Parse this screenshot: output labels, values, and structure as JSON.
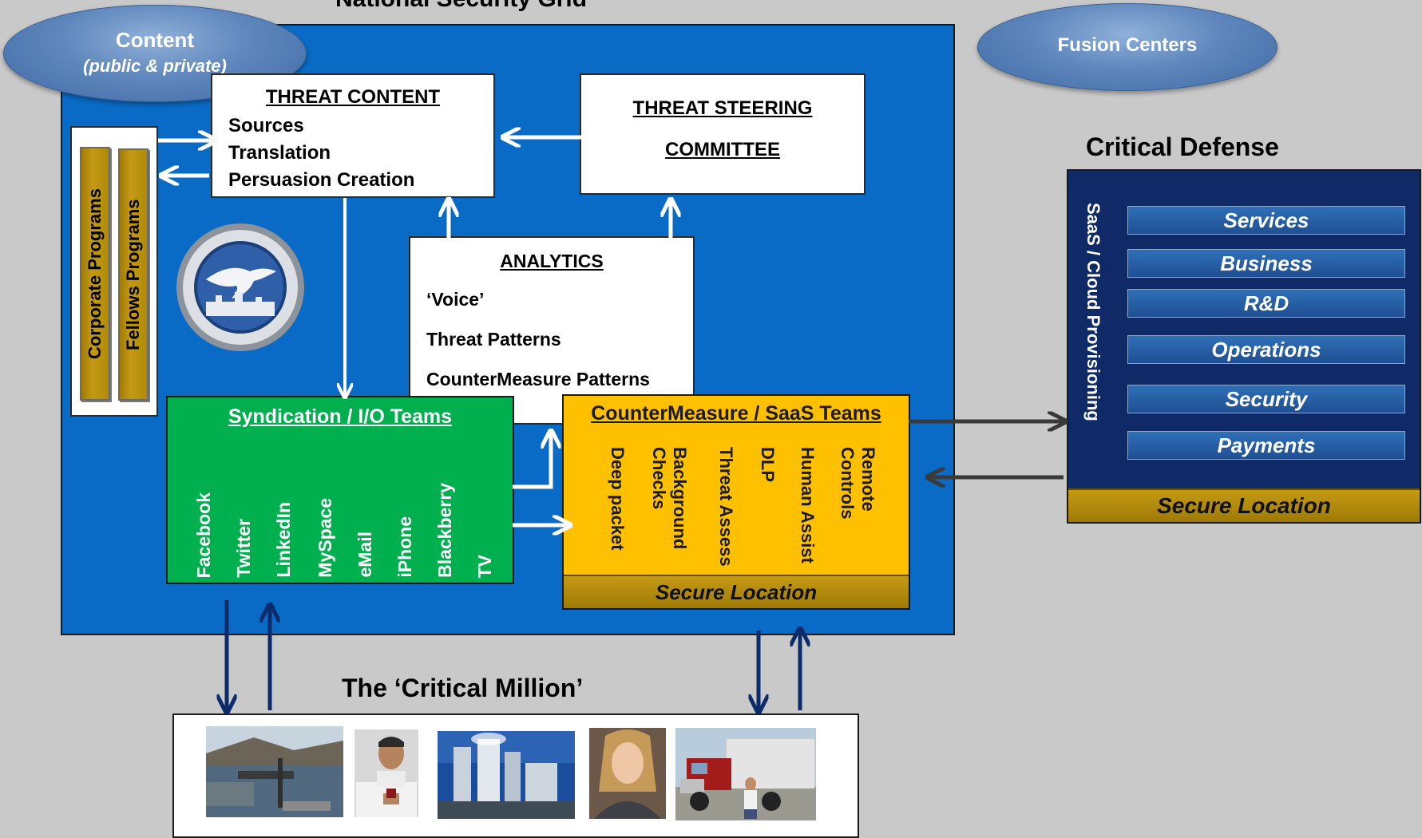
{
  "title": "National Security Grid",
  "fusion_centers": "Fusion Centers",
  "content_ellipse": {
    "title": "Content",
    "subtitle": "(public & private)"
  },
  "programs": [
    "Corporate Programs",
    "Fellows Programs"
  ],
  "threat_content": {
    "title": "THREAT CONTENT",
    "items": [
      "Sources",
      "Translation",
      "Persuasion Creation"
    ]
  },
  "threat_steering": {
    "line1": "THREAT STEERING",
    "line2": "COMMITTEE"
  },
  "analytics": {
    "title": "ANALYTICS",
    "items": [
      "‘Voice’",
      "Threat Patterns",
      "CounterMeasure Patterns"
    ]
  },
  "syndication": {
    "title": "Syndication / I/O Teams",
    "channels": [
      "Facebook",
      "Twitter",
      "LinkedIn",
      "MySpace",
      "eMail",
      "iPhone",
      "Blackberry",
      "TV"
    ]
  },
  "countermeasure": {
    "title": "CounterMeasure / SaaS Teams",
    "columns": [
      "Deep packet",
      "Background Checks",
      "Threat Assess",
      "DLP",
      "Human Assist",
      "Remote Controls"
    ],
    "footer": "Secure Location"
  },
  "critical_defense": {
    "title": "Critical Defense",
    "vertical_label": "SaaS / Cloud Provisioning",
    "items": [
      "Services",
      "Business",
      "R&D",
      "Operations",
      "Security",
      "Payments"
    ],
    "footer": "Secure Location"
  },
  "critical_million": {
    "title": "The ‘Critical Million’"
  },
  "colors": {
    "background": "#c9c9c9",
    "grid_blue": "#0a6bc6",
    "syndication_green": "#00b04f",
    "countermeasure_orange": "#ffc000",
    "secure_gold": "#b08a0a",
    "defense_navy": "#0f2a66",
    "arrow_navy": "#0b2b6b"
  }
}
